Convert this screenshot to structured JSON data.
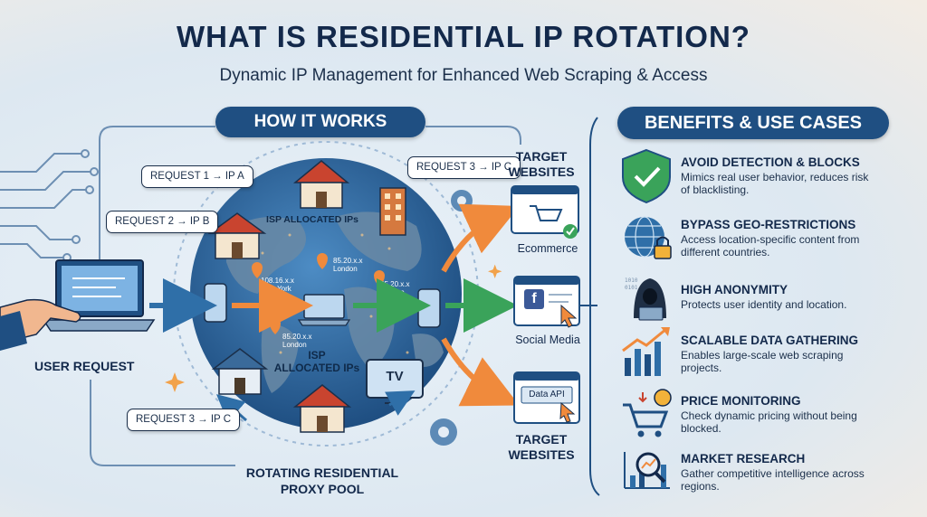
{
  "header": {
    "title": "WHAT IS RESIDENTIAL IP ROTATION?",
    "subtitle": "Dynamic IP Management for Enhanced Web Scraping & Access"
  },
  "how_it_works": {
    "heading": "HOW IT WORKS",
    "requests": [
      "REQUEST 1 → IP A",
      "REQUEST 2 → IP B",
      "REQUEST 3 → IP C",
      "REQUEST 3 → IP C"
    ],
    "isp_label_top": "ISP ALLOCATED IPs",
    "isp_label_bottom_1": "ISP",
    "isp_label_bottom_2": "ALLOCATED IPs",
    "ip_ny": "108.16.x.x",
    "ip_ny_city": "New York",
    "ip_london_1": "85.20.x.x",
    "ip_london_1_city": "London",
    "ip_london_2": "85.20.x.x",
    "ip_london_2_city": "London",
    "ip_london_3": "85.20.x.x",
    "ip_london_3_city": "London",
    "tv_label": "TV",
    "user_label": "USER REQUEST",
    "pool_label_1": "ROTATING RESIDENTIAL",
    "pool_label_2": "PROXY POOL"
  },
  "targets": {
    "top_title_1": "TARGET",
    "top_title_2": "WEBSITES",
    "bottom_title_1": "TARGET",
    "bottom_title_2": "WEBSITES",
    "sites": [
      "Ecommerce",
      "Social Media"
    ],
    "api_label": "Data API",
    "fb_letter": "f"
  },
  "benefits": {
    "heading": "BENEFITS & USE CASES",
    "items": [
      {
        "title": "AVOID DETECTION & BLOCKS",
        "desc": "Mimics real user behavior, reduces risk of blacklisting.",
        "icon": "shield-check-icon"
      },
      {
        "title": "BYPASS GEO-RESTRICTIONS",
        "desc": "Access location-specific content from different countries.",
        "icon": "globe-lock-icon"
      },
      {
        "title": "HIGH ANONYMITY",
        "desc": "Protects user identity and location.",
        "icon": "hooded-user-icon"
      },
      {
        "title": "SCALABLE DATA GATHERING",
        "desc": "Enables large-scale web scraping projects.",
        "icon": "growth-chart-icon"
      },
      {
        "title": "PRICE MONITORING",
        "desc": "Check dynamic pricing without being blocked.",
        "icon": "cart-dollar-icon"
      },
      {
        "title": "MARKET RESEARCH",
        "desc": "Gather competitive intelligence across regions.",
        "icon": "magnifier-chart-icon"
      }
    ]
  },
  "colors": {
    "navy": "#1f4f82",
    "globe_ocean": "#2f6fa8",
    "orange_arrow": "#f08a3c",
    "green_arrow": "#3aa35a",
    "blue_arrow": "#2f6fa8"
  }
}
